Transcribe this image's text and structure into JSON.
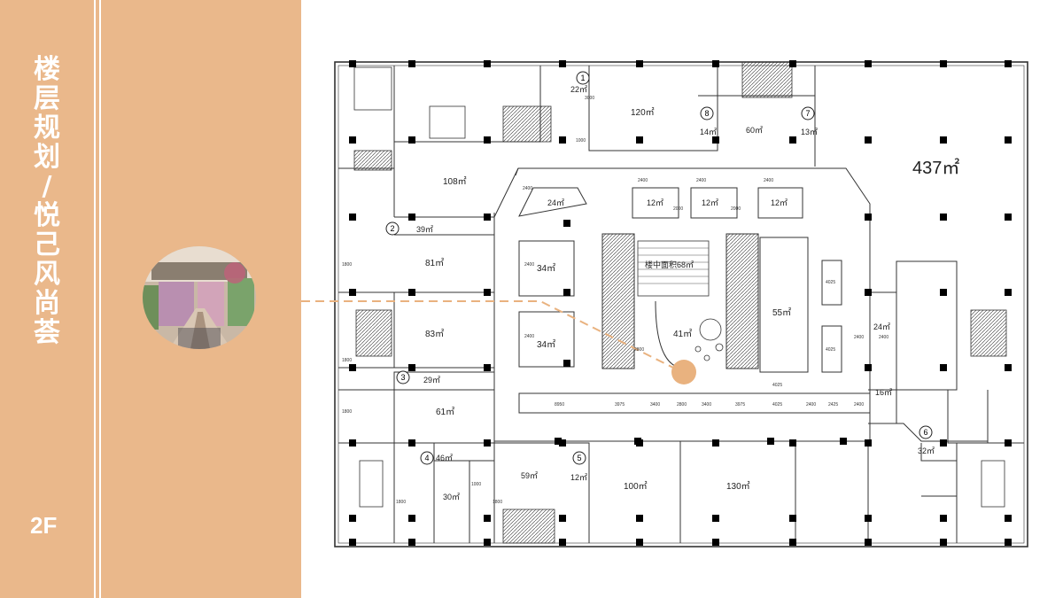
{
  "page": {
    "title_chars": [
      "楼",
      "层",
      "规",
      "划",
      "/",
      "悦",
      "己",
      "风",
      "尚",
      "荟"
    ],
    "floor": "2F"
  },
  "colors": {
    "sidebar": "#EAB88B",
    "marker": "#E9B27F",
    "dashed": "#E9B27F",
    "wall": "#333333",
    "column": "#000000"
  },
  "photo": {
    "icon": "mall-interior-photo"
  },
  "plan": {
    "units": [
      {
        "label": "22㎡"
      },
      {
        "label": "120㎡"
      },
      {
        "label": "14㎡"
      },
      {
        "label": "60㎡"
      },
      {
        "label": "13㎡"
      },
      {
        "label": "437㎡"
      },
      {
        "label": "108㎡"
      },
      {
        "label": "24㎡"
      },
      {
        "label": "12㎡"
      },
      {
        "label": "12㎡"
      },
      {
        "label": "12㎡"
      },
      {
        "label": "39㎡"
      },
      {
        "label": "81㎡"
      },
      {
        "label": "34㎡"
      },
      {
        "label": "34㎡"
      },
      {
        "label": "83㎡"
      },
      {
        "label": "41㎡"
      },
      {
        "label": "55㎡"
      },
      {
        "label": "24㎡"
      },
      {
        "label": "16㎡"
      },
      {
        "label": "29㎡"
      },
      {
        "label": "61㎡"
      },
      {
        "label": "46㎡"
      },
      {
        "label": "30㎡"
      },
      {
        "label": "59㎡"
      },
      {
        "label": "12㎡"
      },
      {
        "label": "100㎡"
      },
      {
        "label": "130㎡"
      },
      {
        "label": "32㎡"
      }
    ],
    "atrium_label": "楼中面积68㎡",
    "unit_numbers": [
      "1",
      "2",
      "3",
      "4",
      "5",
      "6",
      "7",
      "8"
    ],
    "dims": [
      "2400",
      "2400",
      "2400",
      "2400",
      "2000",
      "2000",
      "2400",
      "2400",
      "2400",
      "2400",
      "1800",
      "1800",
      "1800",
      "1000",
      "1000",
      "8950",
      "3975",
      "3400",
      "2800",
      "3400",
      "3975",
      "4025",
      "2400",
      "2425",
      "2400",
      "4025",
      "4025",
      "4025",
      "3000",
      "1800",
      "2800",
      "1800"
    ]
  }
}
